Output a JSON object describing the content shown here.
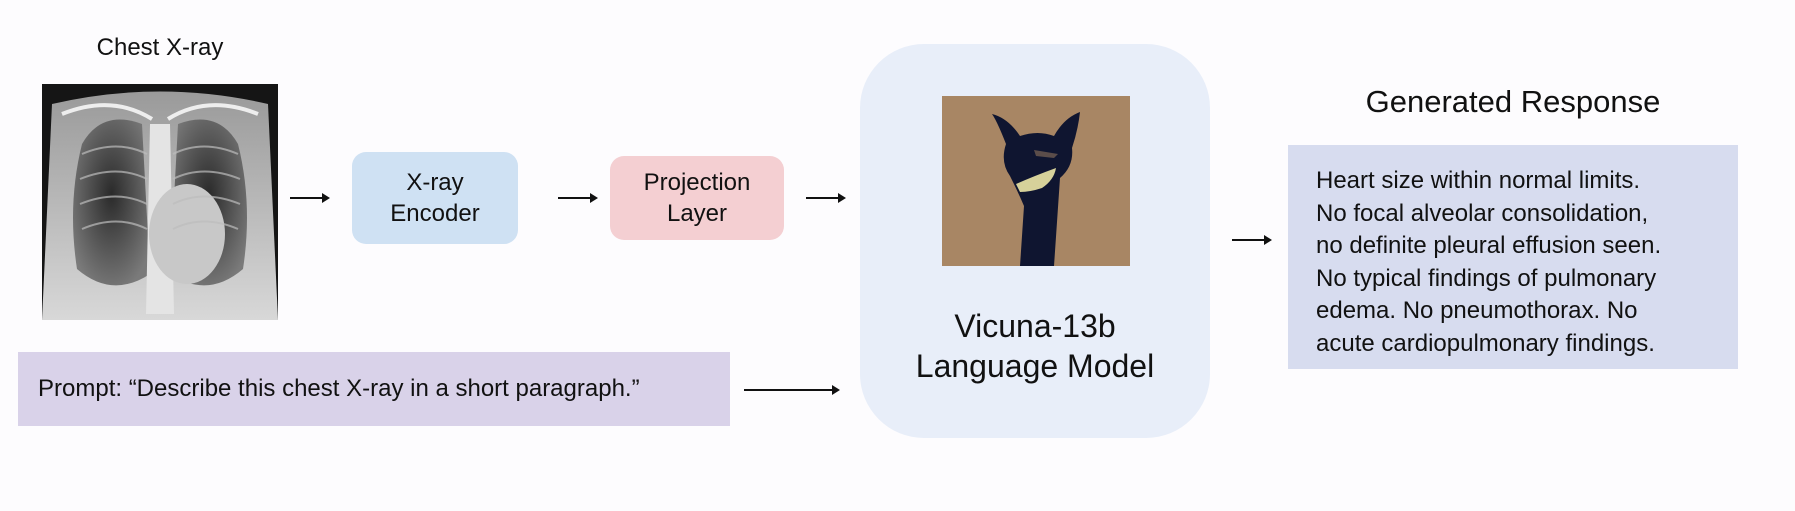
{
  "input": {
    "xray_title": "Chest X-ray"
  },
  "pipeline": {
    "encoder_line1": "X-ray",
    "encoder_line2": "Encoder",
    "projection_line1": "Projection",
    "projection_line2": "Layer"
  },
  "prompt": {
    "text": "Prompt: “Describe this chest X-ray in a short paragraph.”"
  },
  "model": {
    "name_line1": "Vicuna-13b",
    "name_line2": "Language Model"
  },
  "output": {
    "title": "Generated Response",
    "lines": [
      "Heart size within normal limits.",
      "No focal alveolar consolidation,",
      "no definite pleural effusion seen.",
      "No typical findings of pulmonary",
      "edema. No pneumothorax. No",
      "acute cardiopulmonary findings."
    ]
  },
  "colors": {
    "encoder_fill": "#cfe1f3",
    "projection_fill": "#f4cfd2",
    "prompt_fill": "#d9d2e9",
    "model_fill": "#e8eef9",
    "response_fill": "#d7dcef"
  }
}
